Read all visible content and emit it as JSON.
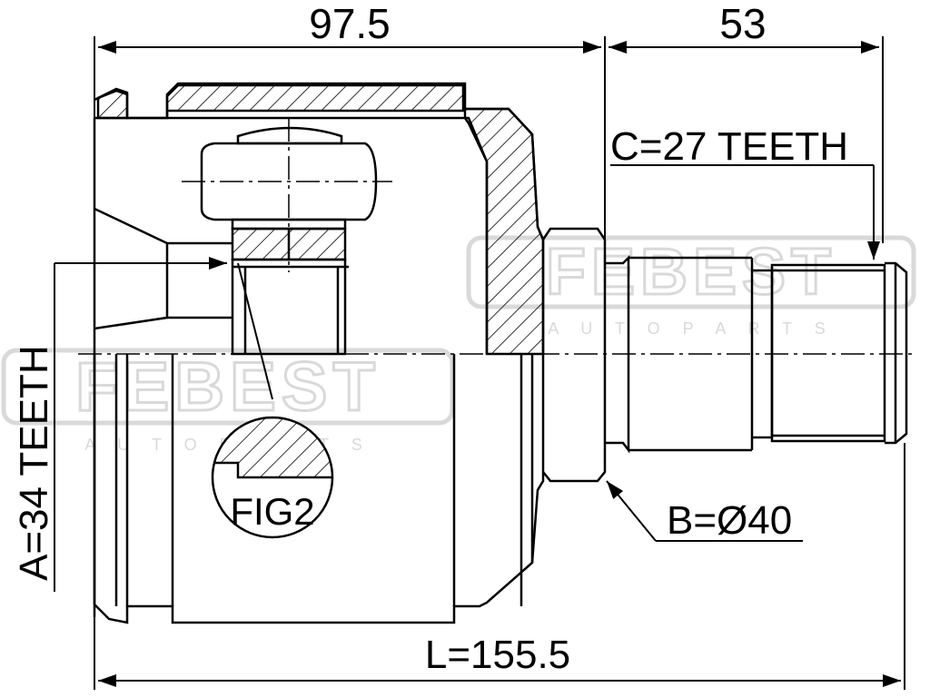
{
  "dimensions": {
    "top_left": "97.5",
    "top_right": "53",
    "overall_length": "L=155.5",
    "spline_outer": "C=27 TEETH",
    "spline_inner": "A=34 TEETH",
    "seal_diameter": "B=Ø40"
  },
  "callouts": {
    "detail_figure": "FIG2"
  },
  "watermark": {
    "brand": "FEBEST",
    "tagline": "A U T O   P A R T S"
  },
  "colors": {
    "line": "#000000",
    "watermark": "#d9d9d9",
    "background": "#ffffff"
  }
}
